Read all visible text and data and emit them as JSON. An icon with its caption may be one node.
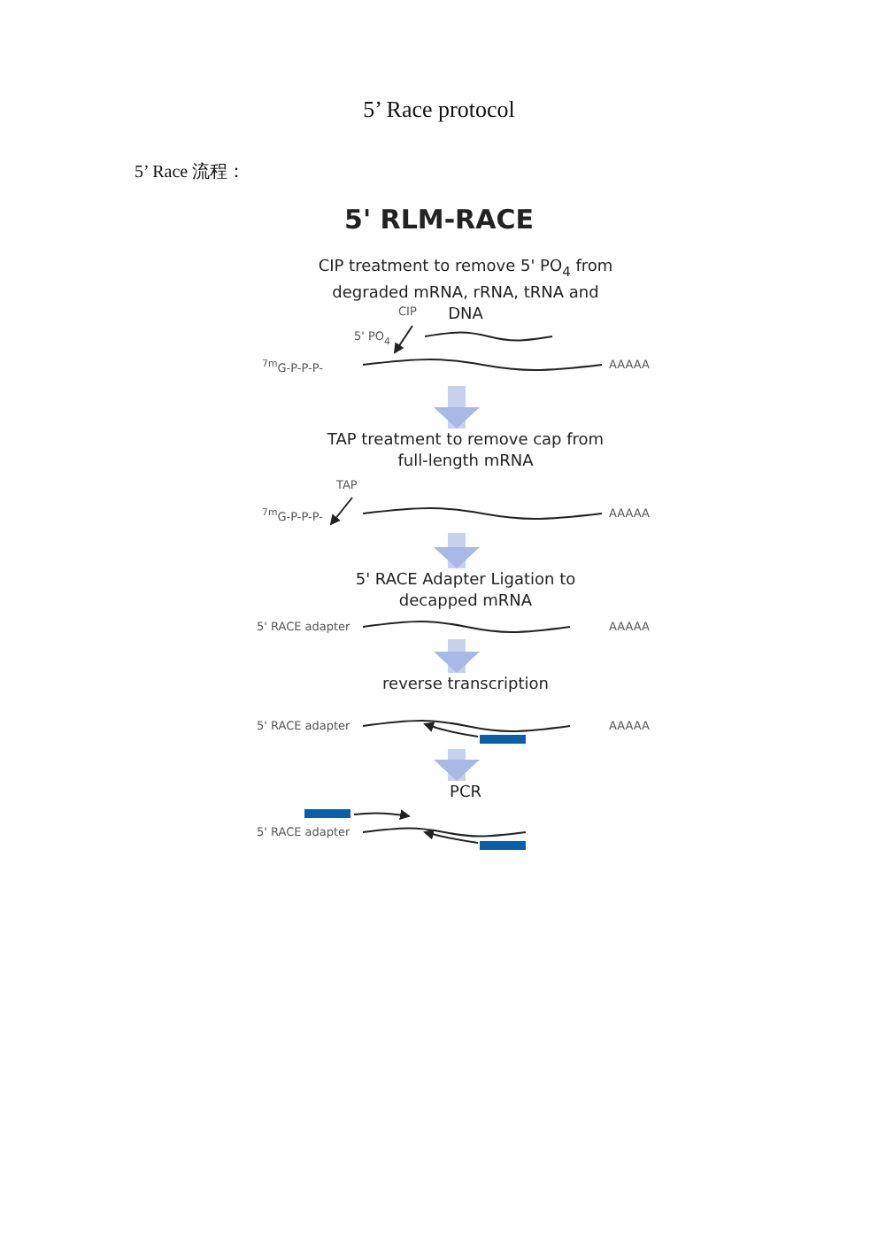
{
  "diagram": {
    "title": "5’ Race protocol",
    "nodes": [
      {
        "text": [
          "CIP treatment to remove 5' PO$_{4}$ from degraded mRNA, rRNA, tRNA and DNA"
        ]
      },
      {
        "text": [
          "TAP treatment to remove cap from full-length mRNA"
        ]
      },
      {
        "text": [
          "5' RACE Adapter Ligation to decapped mRNA"
        ]
      },
      {
        "text": [
          "reverse transcription"
        ]
      },
      {
        "text": [
          "PCR"
        ]
      }
    ],
    "edges": [
      {
        "from": 0,
        "to": 1,
        "arrow": "to"
      },
      {
        "from": 1,
        "to": 2,
        "arrow": "to"
      },
      {
        "from": 2,
        "to": 3,
        "arrow": "to"
      },
      {
        "from": 3,
        "to": 4,
        "arrow": "to"
      }
    ],
    "labels": [
      "5’ Race 流程：",
      "5' RLM-RACE",
      "CIP",
      "5' PO$_{4}$",
      "$^{7m}$G-P-P-P-",
      "AAAAA",
      "TAP",
      "$^{7m}$G-P-P-P-",
      "AAAAA",
      "5' RACE adapter",
      "AAAAA",
      "5' RACE adapter",
      "AAAAA",
      "5' RACE adapter"
    ]
  }
}
